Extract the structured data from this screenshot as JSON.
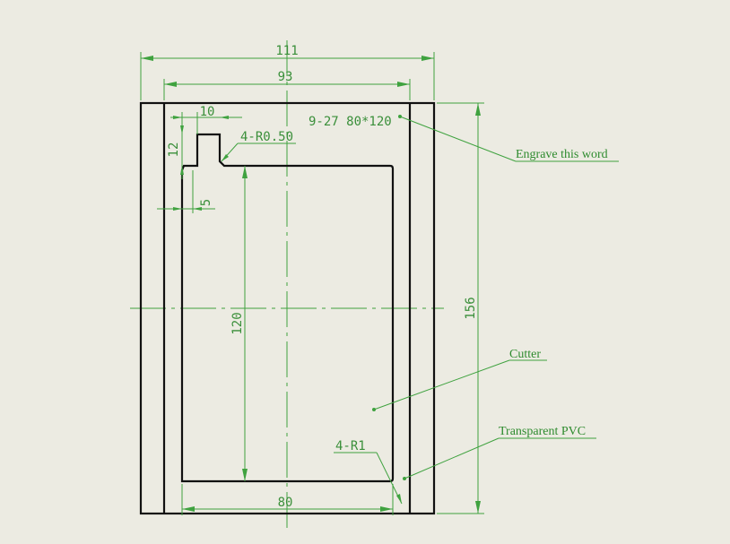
{
  "dimensions": {
    "overall_width": "111",
    "inner_width": "93",
    "tab_width": "10",
    "tab_height": "12",
    "tab_offset": "5",
    "corner_radius_small": "4-R0.50",
    "window_height": "120",
    "window_width": "80",
    "overall_height": "156",
    "corner_radius_large": "4-R1",
    "engraving": "9-27  80*120"
  },
  "callouts": {
    "engrave": "Engrave this word",
    "cutter": "Cutter",
    "pvc": "Transparent PVC"
  },
  "colors": {
    "background": "#ecebe2",
    "outline": "#111111",
    "dimension": "#3fa23f"
  }
}
